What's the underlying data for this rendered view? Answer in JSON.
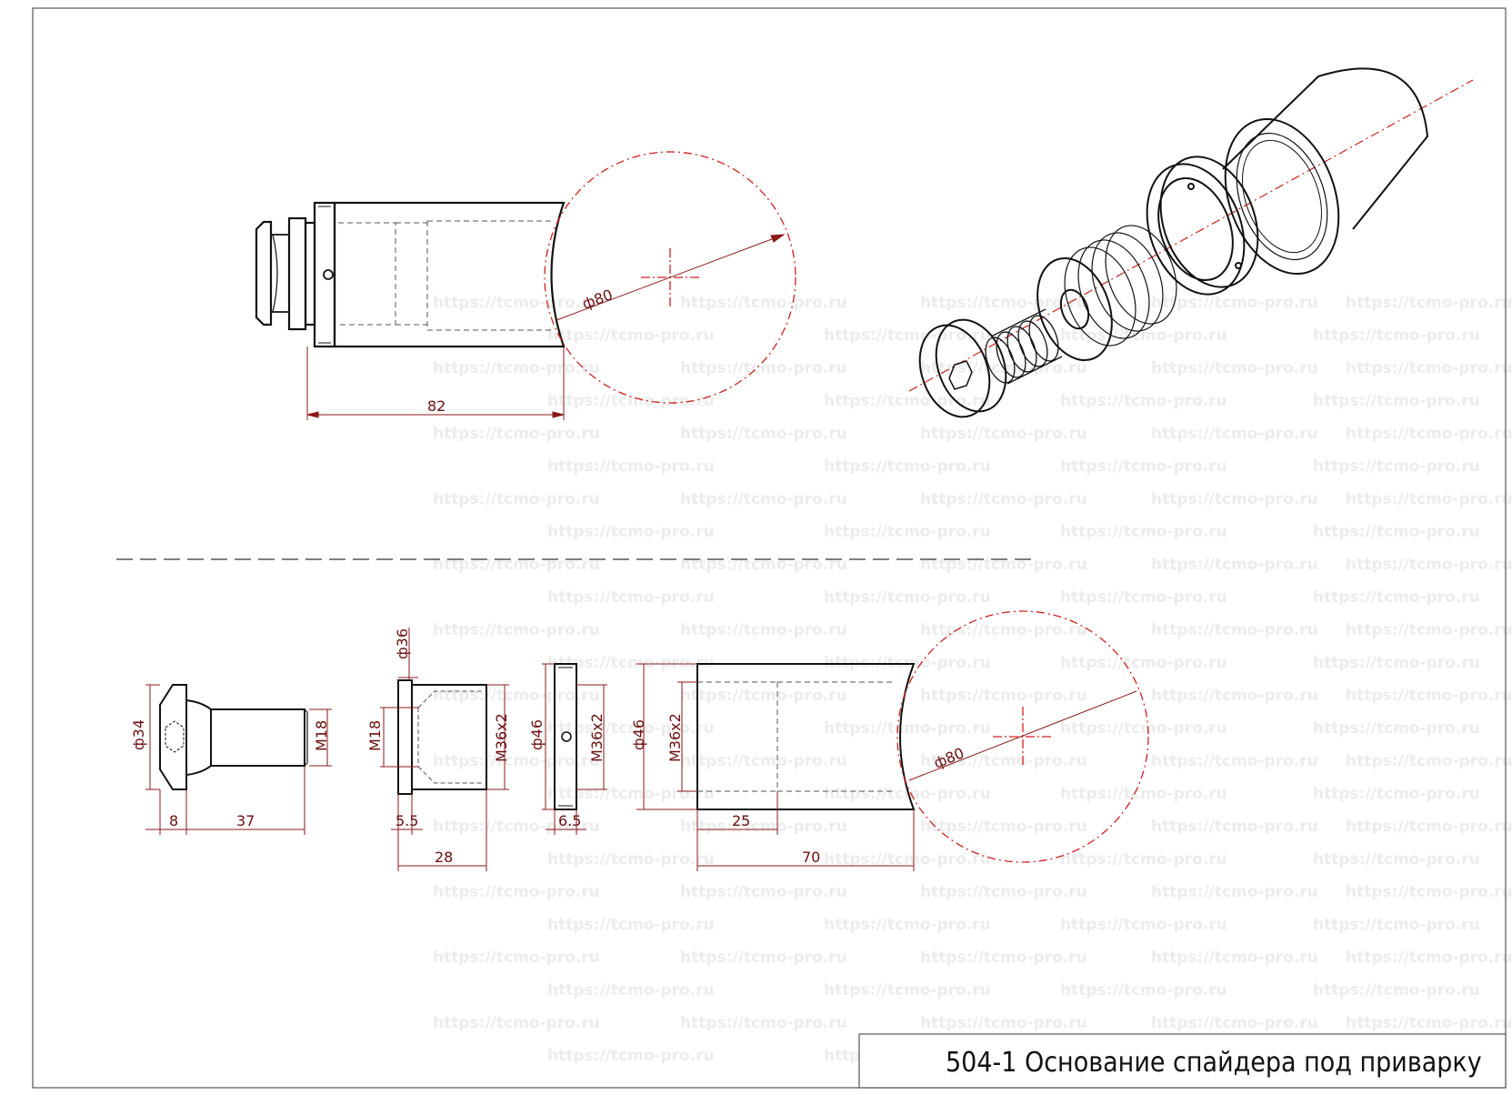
{
  "drawing": {
    "title": "504-1  Основание спайдера под приварку",
    "watermark": "https://tcmo-pro.ru",
    "line_color": "#111111",
    "dimension_color": "#8b1a1a",
    "centerline_color": "#d02020"
  },
  "top_view": {
    "dim_length": "82",
    "dim_pipe_diameter": "ф80"
  },
  "bottom_views": {
    "bolt": {
      "dim_head_diameter": "ф34",
      "dim_thread": "M18",
      "dim_head_length": "8",
      "dim_shank_length": "37"
    },
    "base": {
      "dim_outer_diameter": "ф36",
      "dim_inner_thread": "M18",
      "dim_outer_thread": "M36x2",
      "dim_flange": "5.5",
      "dim_length": "28"
    },
    "nut": {
      "dim_outer_diameter": "ф46",
      "dim_thread": "M36x2",
      "dim_thickness": "6.5"
    },
    "sleeve": {
      "dim_outer_diameter": "ф46",
      "dim_thread": "M36x2",
      "dim_thread_depth": "25",
      "dim_length": "70",
      "dim_pipe_diameter": "ф80"
    }
  }
}
